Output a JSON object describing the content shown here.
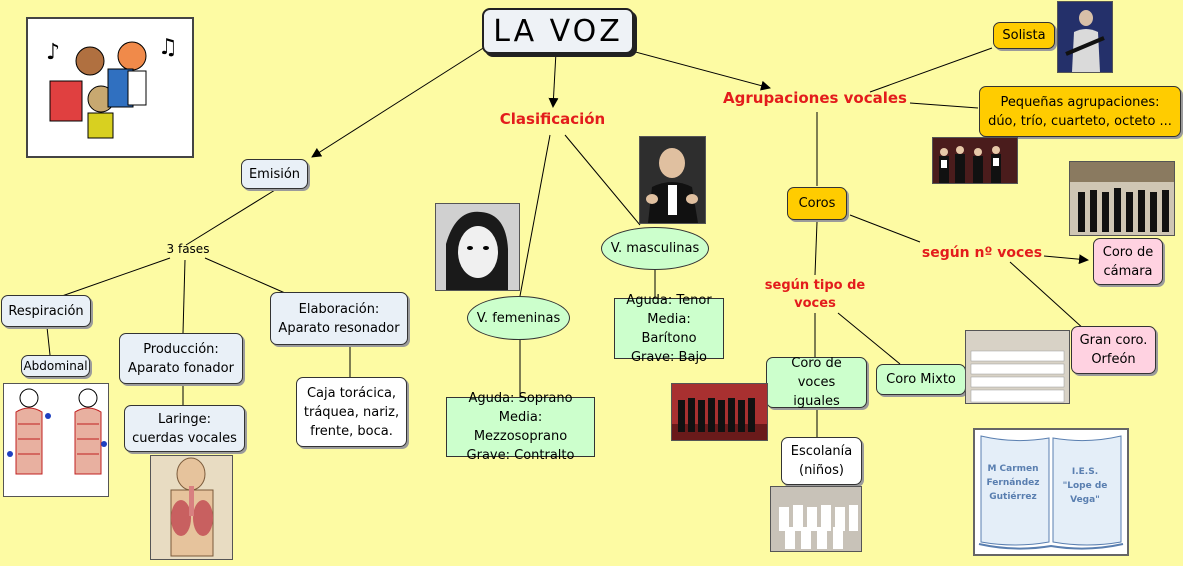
{
  "title": "LA VOZ",
  "branches": {
    "clasificacion": "Clasificación",
    "agrupaciones": "Agrupaciones vocales"
  },
  "emision": {
    "label": "Emisión",
    "fases": "3 fases",
    "respiracion": "Respiración",
    "abdominal": "Abdominal",
    "produccion": "Producción:\nAparato fonador",
    "laringe": "Laringe:\ncuerdas vocales",
    "elaboracion": "Elaboración:\nAparato resonador",
    "caja": "Caja torácica,\ntráquea, nariz,\nfrente, boca."
  },
  "clasificacion": {
    "femeninas": "V. femeninas",
    "masculinas": "V. masculinas",
    "fem_detail": "Aguda: Soprano\nMedia: Mezzosoprano\nGrave: Contralto",
    "masc_detail": "Aguda: Tenor\nMedia: Barítono\nGrave: Bajo"
  },
  "agrupaciones": {
    "solista": "Solista",
    "pequenas": "Pequeñas agrupaciones:\ndúo, trío, cuarteto, octeto ...",
    "coros": "Coros",
    "segun_tipo": "según tipo de\nvoces",
    "segun_num": "según nº voces",
    "camara": "Coro de\ncámara",
    "gran_coro": "Gran coro.\nOrfeón",
    "iguales": "Coro de\nvoces iguales",
    "mixto": "Coro Mixto",
    "escolania": "Escolanía\n(niños)"
  },
  "book": {
    "left": "M Carmen\nFernández\nGutiérrez",
    "right": "I.E.S.\n\"Lope de\nVega\""
  },
  "colors": {
    "background": "#fdfba3",
    "box_blue": "#e9f0f7",
    "box_green": "#ccffcc",
    "box_pink": "#ffd2e1",
    "box_orange": "#ffcc00",
    "red_text": "#e31c1c"
  }
}
